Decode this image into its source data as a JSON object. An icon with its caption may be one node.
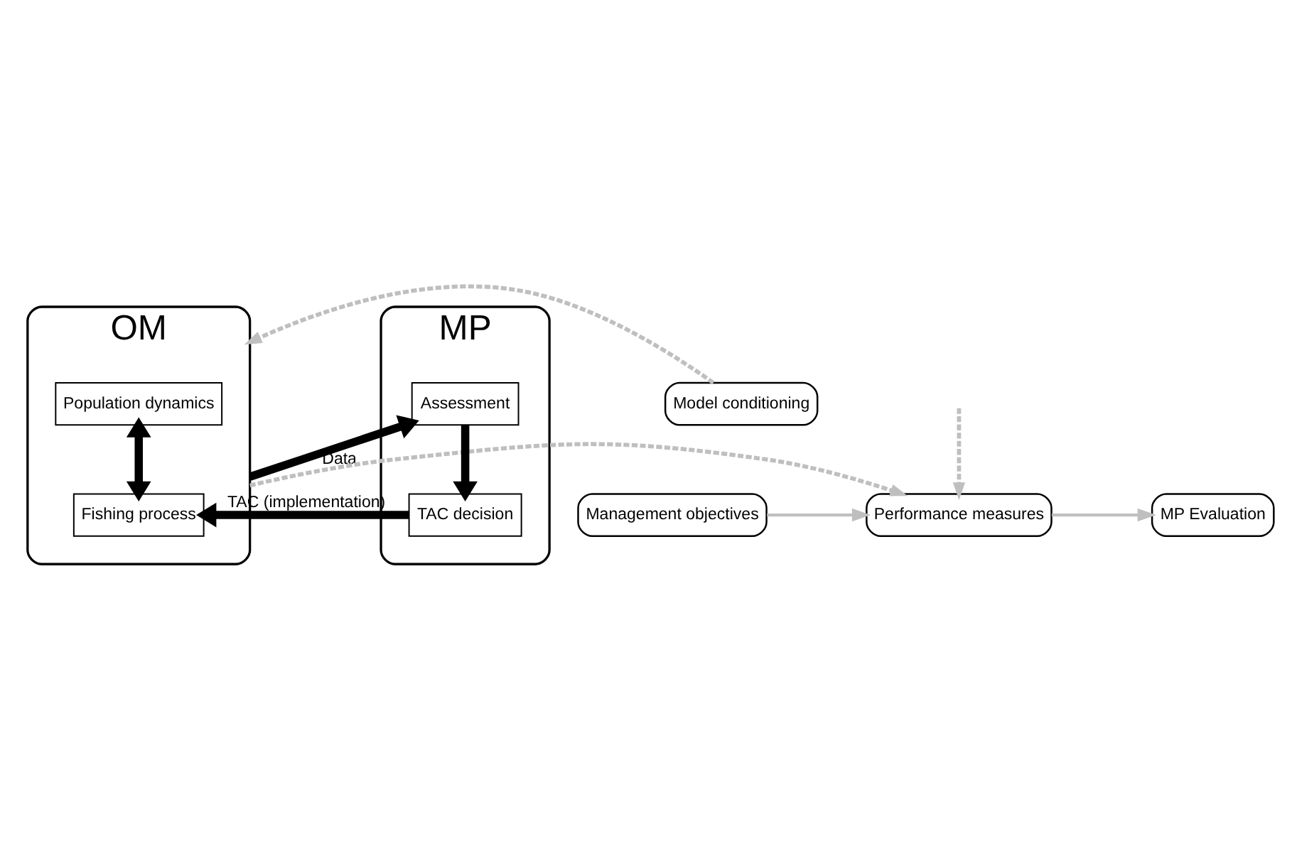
{
  "diagram": {
    "nodes": [
      {
        "text": [
          "OM"
        ]
      },
      {
        "text": [
          "Population dynamics"
        ],
        "in": 0
      },
      {
        "text": [
          "Fishing process"
        ],
        "in": 0
      },
      {
        "text": [
          "MP"
        ]
      },
      {
        "text": [
          "Assessment"
        ],
        "in": 3
      },
      {
        "text": [
          "TAC decision"
        ],
        "in": 3
      },
      {
        "text": [
          "Model conditioning"
        ]
      },
      {
        "text": [
          "Management objectives"
        ]
      },
      {
        "text": [
          "Performance measures"
        ]
      },
      {
        "text": [
          "MP Evaluation"
        ]
      }
    ],
    "edges": [
      {
        "from": 6,
        "to": 0,
        "arrow": "to",
        "style": "dashed"
      },
      {
        "from": 1,
        "to": 2,
        "arrow": "both",
        "style": "thick",
        "color": "#000000"
      },
      {
        "from": 0,
        "to": 4,
        "arrow": "to",
        "label": "Data",
        "style": "thick",
        "color": "#000000"
      },
      {
        "from": 4,
        "to": 5,
        "arrow": "to",
        "style": "thick",
        "color": "#000000"
      },
      {
        "from": 5,
        "to": 2,
        "arrow": "to",
        "label": "TAC (implementation)",
        "style": "thick",
        "color": "#000000"
      },
      {
        "from": 0,
        "to": 8,
        "arrow": "to",
        "style": "dashed"
      },
      {
        "from": null,
        "to": 8,
        "arrow": "to",
        "style": "dashed"
      },
      {
        "from": 7,
        "to": 8,
        "arrow": "to"
      },
      {
        "from": 8,
        "to": 9,
        "arrow": "to"
      }
    ]
  }
}
